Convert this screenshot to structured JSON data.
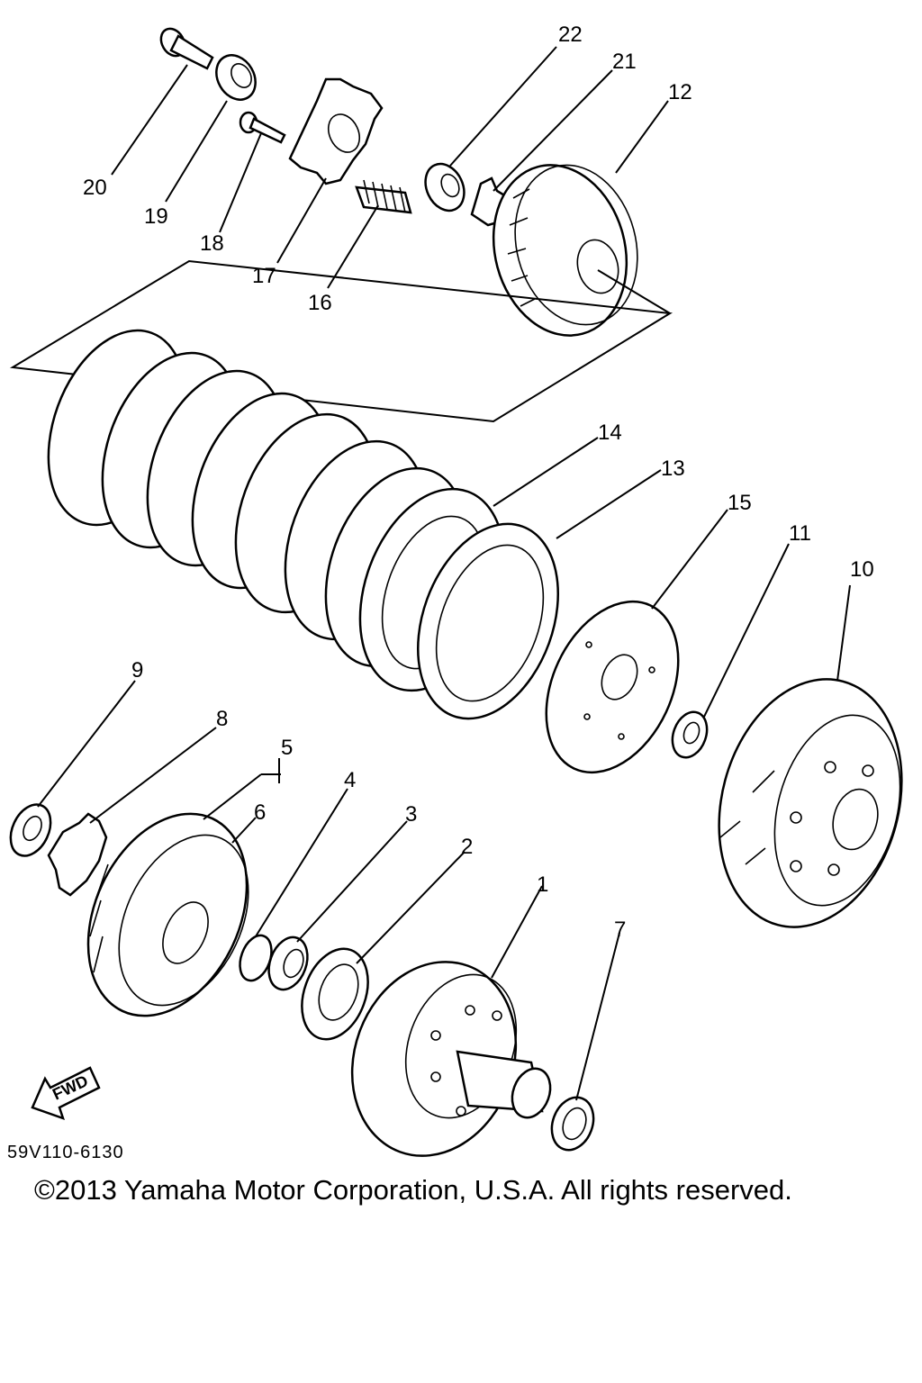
{
  "diagram": {
    "callouts": [
      {
        "id": "c1",
        "label": "1"
      },
      {
        "id": "c2",
        "label": "2"
      },
      {
        "id": "c3",
        "label": "3"
      },
      {
        "id": "c4",
        "label": "4"
      },
      {
        "id": "c5",
        "label": "5"
      },
      {
        "id": "c6",
        "label": "6"
      },
      {
        "id": "c7",
        "label": "7"
      },
      {
        "id": "c8",
        "label": "8"
      },
      {
        "id": "c9",
        "label": "9"
      },
      {
        "id": "c10",
        "label": "10"
      },
      {
        "id": "c11",
        "label": "11"
      },
      {
        "id": "c12",
        "label": "12"
      },
      {
        "id": "c13",
        "label": "13"
      },
      {
        "id": "c14",
        "label": "14"
      },
      {
        "id": "c15",
        "label": "15"
      },
      {
        "id": "c16",
        "label": "16"
      },
      {
        "id": "c17",
        "label": "17"
      },
      {
        "id": "c18",
        "label": "18"
      },
      {
        "id": "c19",
        "label": "19"
      },
      {
        "id": "c20",
        "label": "20"
      },
      {
        "id": "c21",
        "label": "21"
      },
      {
        "id": "c22",
        "label": "22"
      }
    ],
    "direction_label": "FWD",
    "drawing_code": "59V110-6130",
    "copyright": "©2013 Yamaha Motor Corporation, U.S.A. All rights reserved."
  },
  "colors": {
    "line": "#000000",
    "background": "#ffffff"
  }
}
